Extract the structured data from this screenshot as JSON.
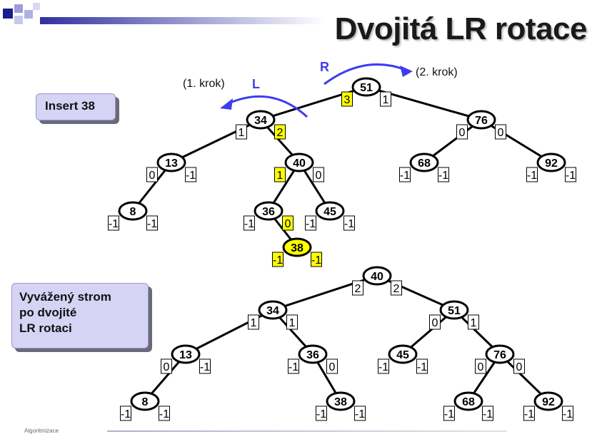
{
  "slide_title": "Dvojitá LR rotace",
  "insert_label": "Insert 38",
  "result_label": "Vyvážený strom\npo dvojité\nLR rotaci",
  "arrows": {
    "left_letter": "L",
    "left_caption": "(1. krok)",
    "right_letter": "R",
    "right_caption": "(2. krok)"
  },
  "footer_text": "Algoritmizace",
  "colors": {
    "highlight": "#ffff00",
    "arrow": "#3d3df0",
    "edge": "#000000",
    "label_box": "#d6d4f4"
  },
  "tree_before": {
    "nodes": [
      {
        "id": "51",
        "key": "51",
        "left": "3",
        "right": "1",
        "left_hl": true,
        "right_hl": false
      },
      {
        "id": "34",
        "key": "34",
        "left": "1",
        "right": "2",
        "left_hl": false,
        "right_hl": true
      },
      {
        "id": "76",
        "key": "76",
        "left": "0",
        "right": "0"
      },
      {
        "id": "13",
        "key": "13",
        "left": "0",
        "right": "-1"
      },
      {
        "id": "40",
        "key": "40",
        "left": "1",
        "right": "0",
        "left_hl": true
      },
      {
        "id": "68",
        "key": "68",
        "left": "-1",
        "right": "-1"
      },
      {
        "id": "92",
        "key": "92",
        "left": "-1",
        "right": "-1"
      },
      {
        "id": "8",
        "key": "8",
        "left": "-1",
        "right": "-1"
      },
      {
        "id": "36",
        "key": "36",
        "left": "-1",
        "right": "0",
        "right_hl": true
      },
      {
        "id": "45",
        "key": "45",
        "left": "-1",
        "right": "-1"
      },
      {
        "id": "38",
        "key": "38",
        "left": "-1",
        "right": "-1",
        "left_hl": true,
        "right_hl": true,
        "node_hl": true
      }
    ],
    "edges": [
      [
        "51",
        "34"
      ],
      [
        "51",
        "76"
      ],
      [
        "34",
        "13"
      ],
      [
        "34",
        "40"
      ],
      [
        "76",
        "68"
      ],
      [
        "76",
        "92"
      ],
      [
        "13",
        "8"
      ],
      [
        "40",
        "36"
      ],
      [
        "40",
        "45"
      ],
      [
        "36",
        "38"
      ]
    ]
  },
  "tree_after": {
    "nodes": [
      {
        "id": "40",
        "key": "40",
        "left": "2",
        "right": "2"
      },
      {
        "id": "34",
        "key": "34",
        "left": "1",
        "right": "1"
      },
      {
        "id": "51",
        "key": "51",
        "left": "0",
        "right": "1"
      },
      {
        "id": "13",
        "key": "13",
        "left": "0",
        "right": "-1"
      },
      {
        "id": "36",
        "key": "36",
        "left": "-1",
        "right": "0"
      },
      {
        "id": "45",
        "key": "45",
        "left": "-1",
        "right": "-1"
      },
      {
        "id": "76",
        "key": "76",
        "left": "0",
        "right": "0"
      },
      {
        "id": "8",
        "key": "8",
        "left": "-1",
        "right": "-1"
      },
      {
        "id": "38",
        "key": "38",
        "left": "-1",
        "right": "-1"
      },
      {
        "id": "68",
        "key": "68",
        "left": "-1",
        "right": "-1"
      },
      {
        "id": "92",
        "key": "92",
        "left": "-1",
        "right": "-1"
      }
    ],
    "edges": [
      [
        "40",
        "34"
      ],
      [
        "40",
        "51"
      ],
      [
        "34",
        "13"
      ],
      [
        "34",
        "36"
      ],
      [
        "51",
        "45"
      ],
      [
        "51",
        "76"
      ],
      [
        "13",
        "8"
      ],
      [
        "36",
        "38"
      ],
      [
        "76",
        "68"
      ],
      [
        "76",
        "92"
      ]
    ]
  }
}
